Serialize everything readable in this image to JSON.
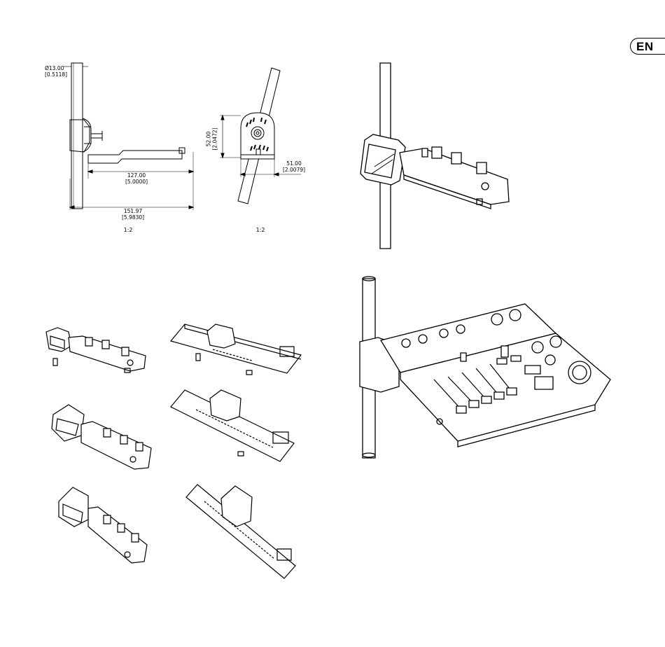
{
  "language_badge": "EN",
  "diagrams": {
    "side_view": {
      "diameter": "Ø13.00",
      "diameter_in": "[0.5118]",
      "length_a": "127.00",
      "length_a_in": "[5.0000]",
      "length_b": "151.97",
      "length_b_in": "[5.9830]",
      "scale": "1:2"
    },
    "front_view": {
      "height": "52.00",
      "height_in": "[2.0472]",
      "width": "51.00",
      "width_in": "[2.0079]",
      "scale": "1:2"
    }
  }
}
